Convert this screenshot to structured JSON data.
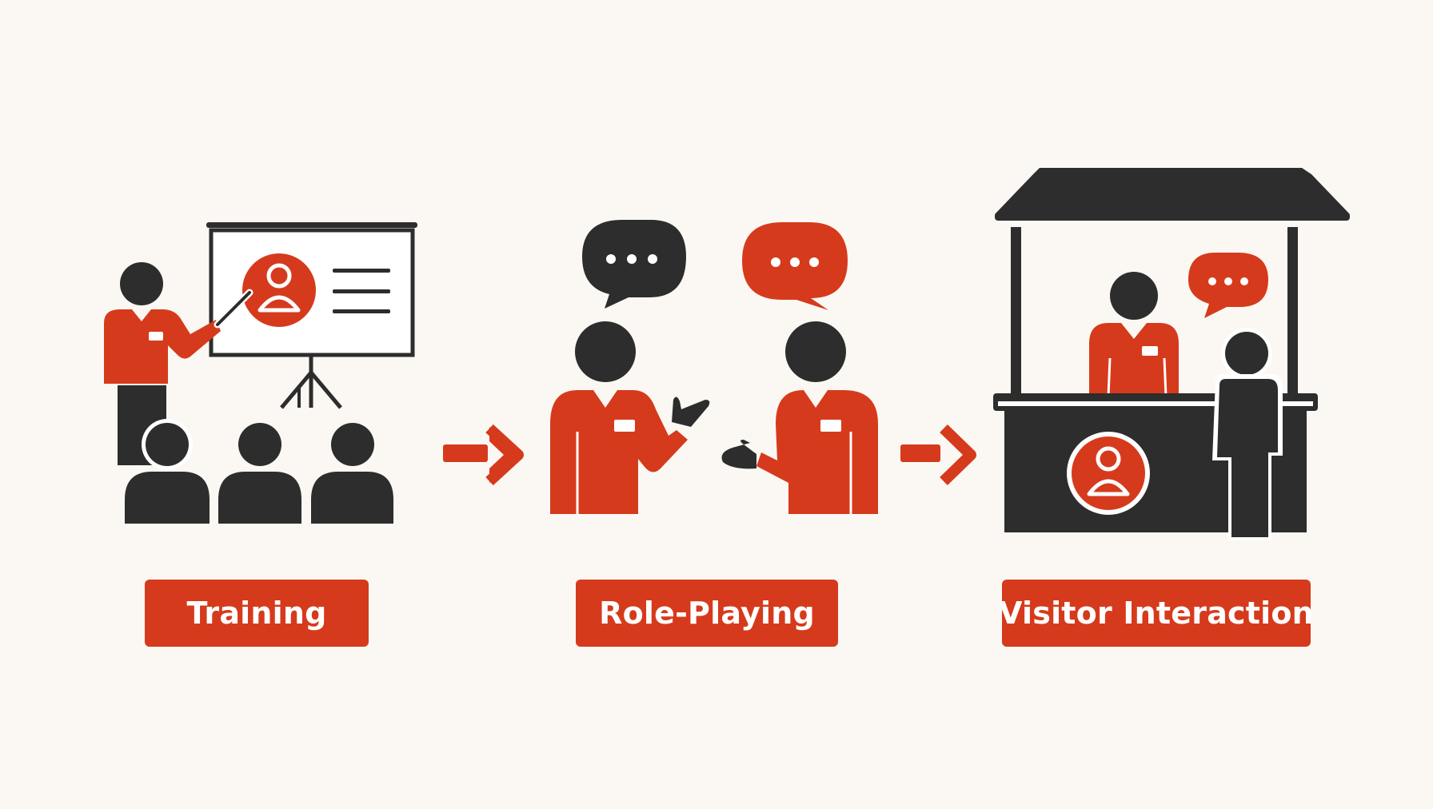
{
  "colors": {
    "background": "#fbf8f3",
    "accent": "#d63a1c",
    "dark": "#2d2d2d",
    "white": "#ffffff"
  },
  "steps": [
    {
      "label": "Training",
      "icon": "trainer-presentation-icon"
    },
    {
      "label": "Role-Playing",
      "icon": "role-play-conversation-icon"
    },
    {
      "label": "Visitor Interaction",
      "icon": "booth-visitor-icon"
    }
  ],
  "connectors": [
    "arrow-right-icon",
    "arrow-right-icon"
  ]
}
